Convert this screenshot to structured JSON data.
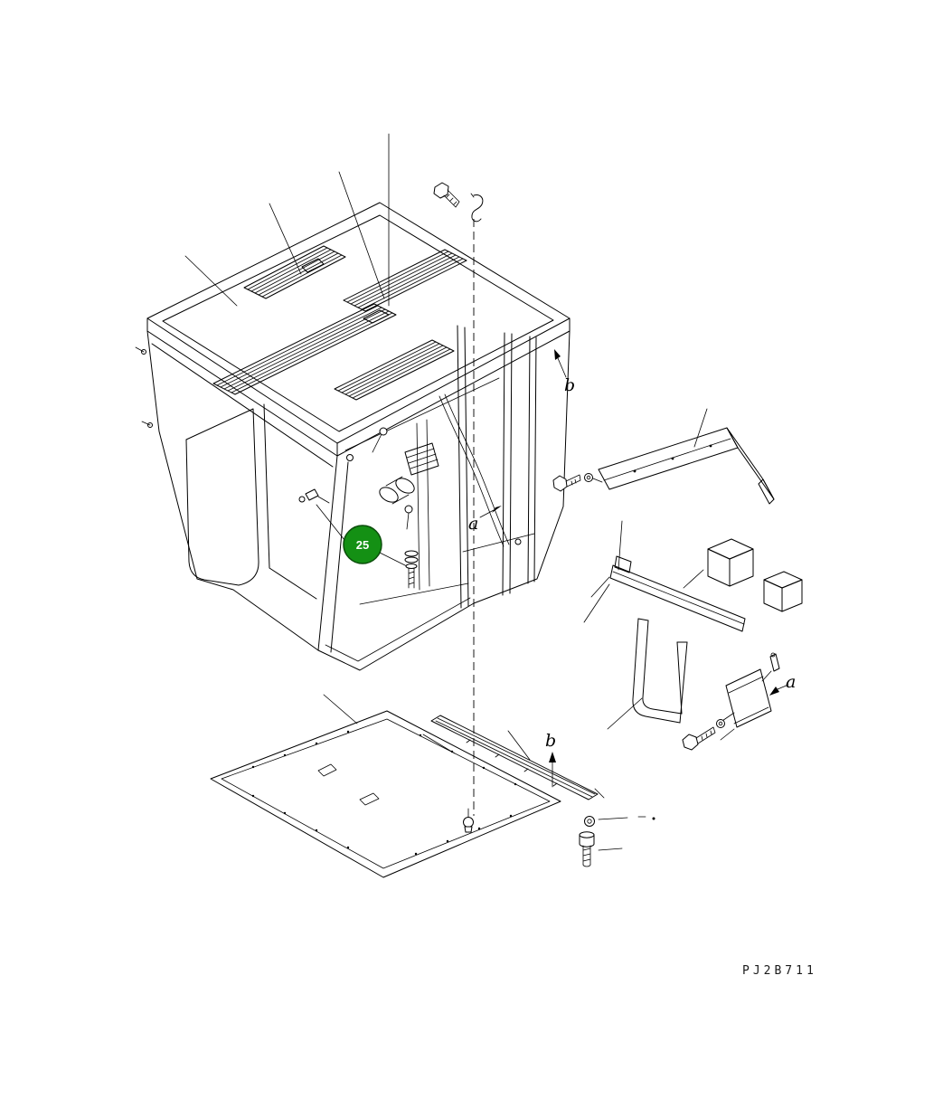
{
  "badge": {
    "label": "25",
    "fill": "#149014",
    "text_color": "#ffffff"
  },
  "view_labels": {
    "b_top": "b",
    "a_cab": "a",
    "b_floor": "b",
    "a_panel": "a"
  },
  "drawing_code": "PJ2B711",
  "colors": {
    "line": "#000000",
    "background": "#ffffff"
  }
}
